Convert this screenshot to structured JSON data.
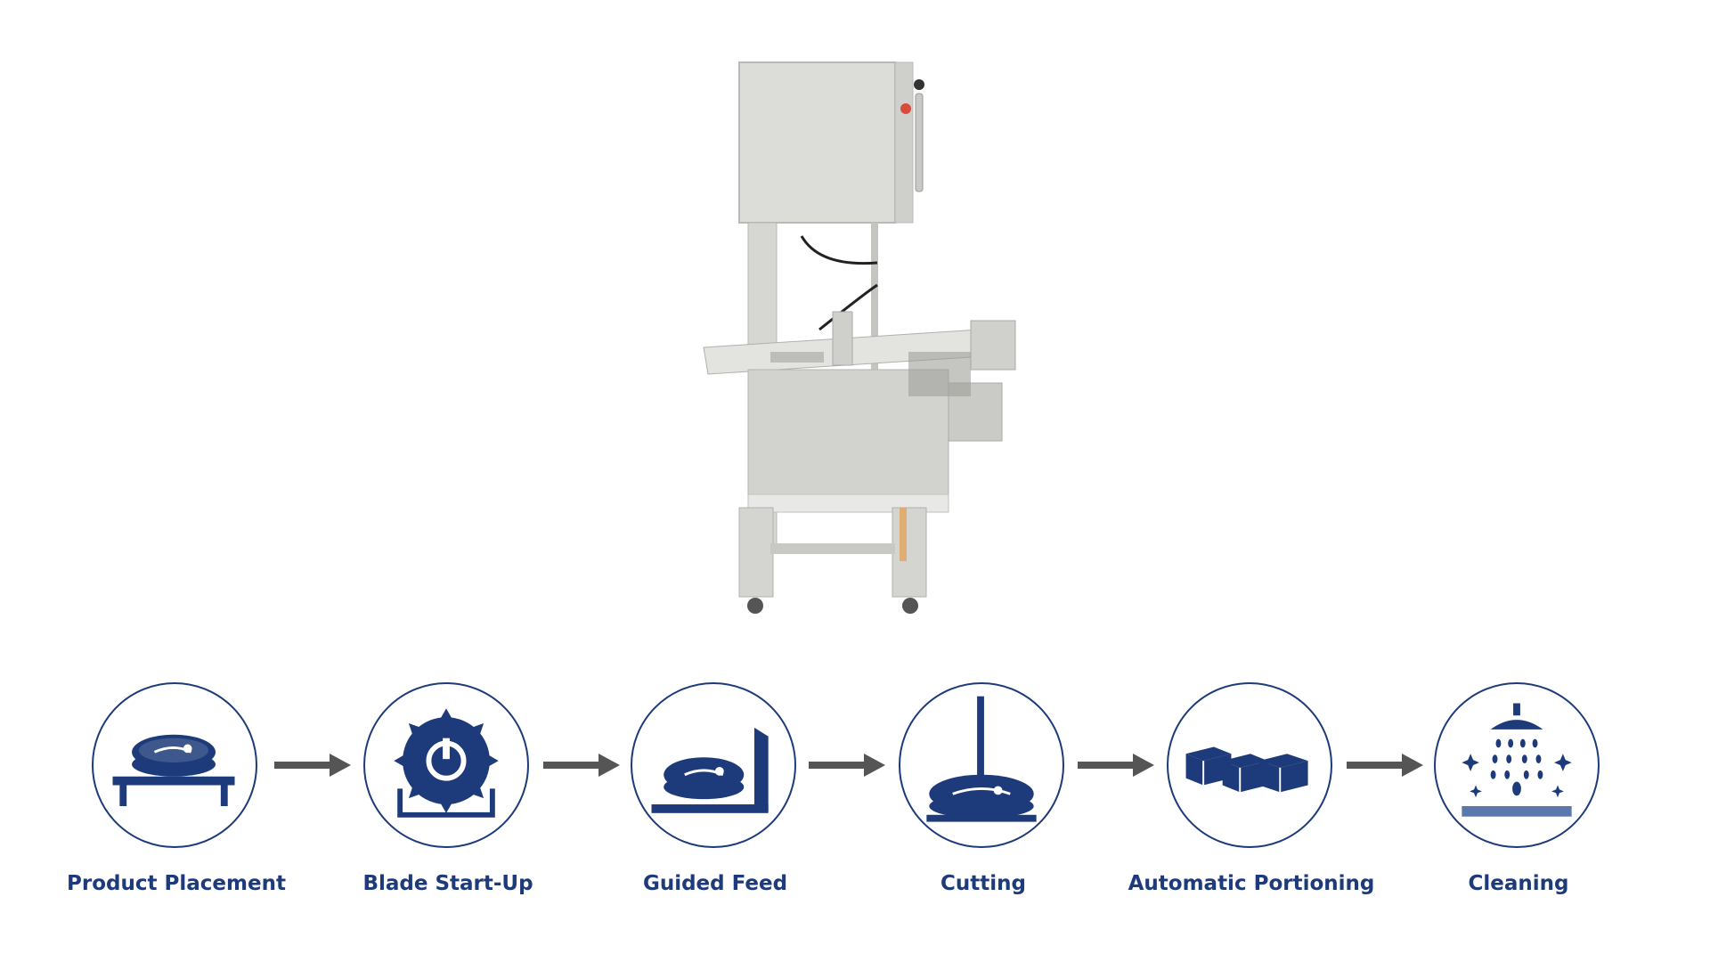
{
  "colors": {
    "accent": "#1d3a7a",
    "arrow": "#555555",
    "machine_steel": "#d9d9d6"
  },
  "machine": {
    "icon": "band-saw-machine-image"
  },
  "steps": [
    {
      "label": "Product Placement",
      "icon": "meat-on-table-icon"
    },
    {
      "label": "Blade Start-Up",
      "icon": "blade-power-icon"
    },
    {
      "label": "Guided Feed",
      "icon": "guided-feed-icon"
    },
    {
      "label": "Cutting",
      "icon": "cutting-blade-icon"
    },
    {
      "label": "Automatic Portioning",
      "icon": "portion-blocks-icon"
    },
    {
      "label": "Cleaning",
      "icon": "shower-cleaning-icon"
    }
  ]
}
